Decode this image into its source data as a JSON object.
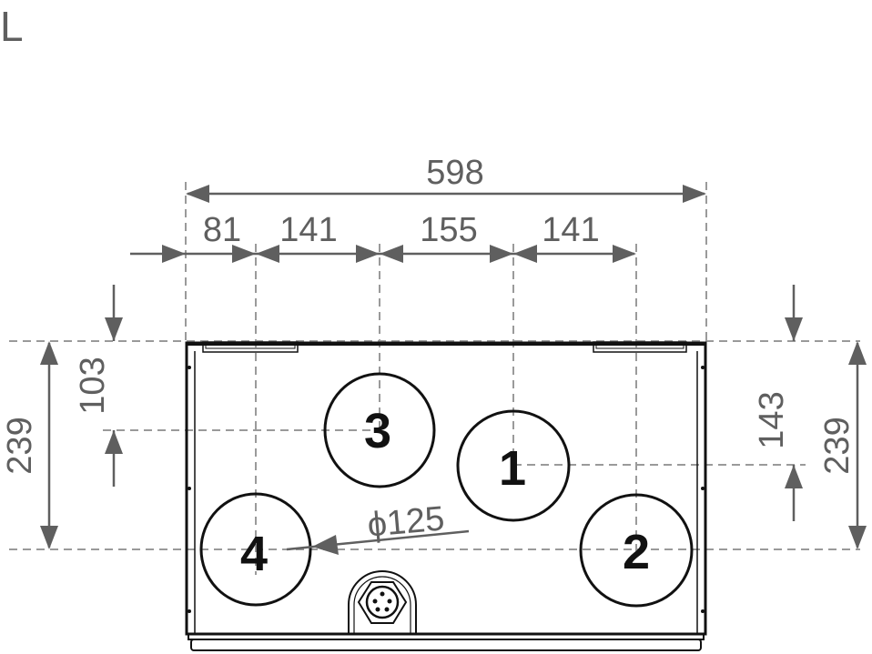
{
  "view_label": "L",
  "dimensions": {
    "total_width": "598",
    "offset_left": "81",
    "spacing_4_3": "141",
    "spacing_3_1": "155",
    "spacing_1_2": "141",
    "left_height_3": "103",
    "left_height_total": "239",
    "right_height_1": "143",
    "right_height_total": "239",
    "diameter": "ϕ125"
  },
  "ports": [
    {
      "label": "1"
    },
    {
      "label": "2"
    },
    {
      "label": "3"
    },
    {
      "label": "4"
    }
  ],
  "colors": {
    "dimension": "#5f5f5f",
    "outline": "#111111",
    "centerline": "#9a9a9a"
  }
}
